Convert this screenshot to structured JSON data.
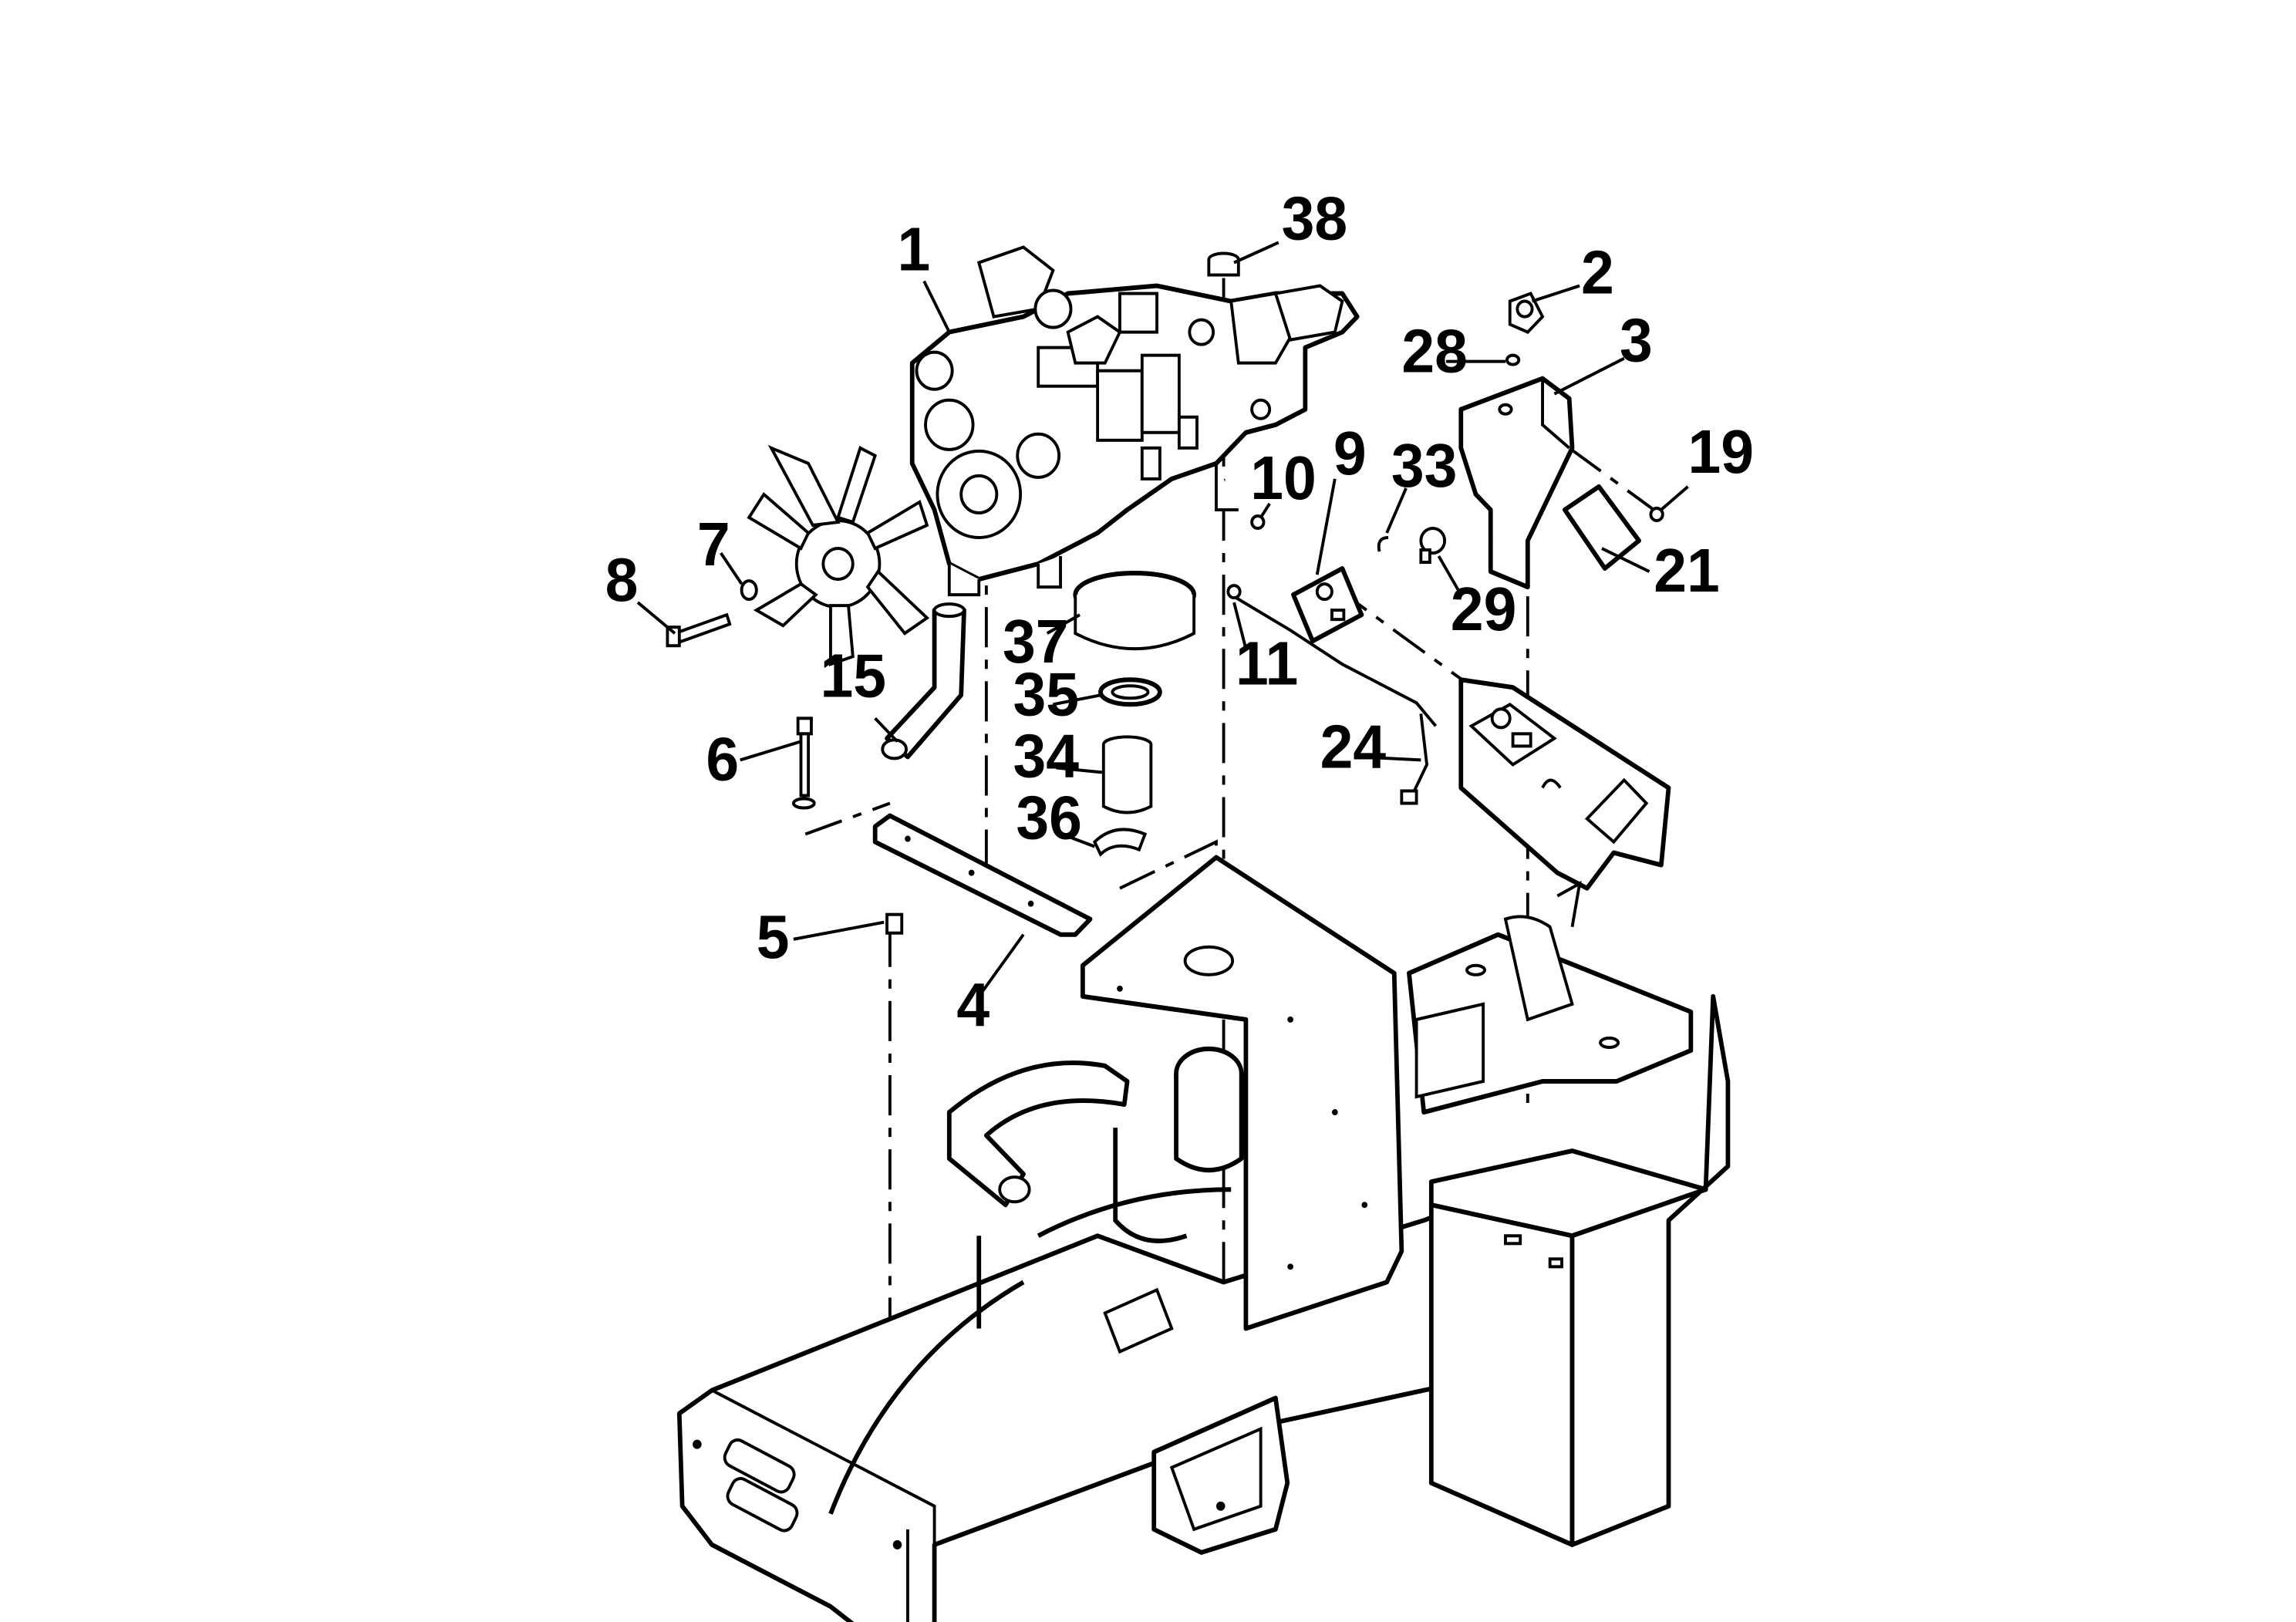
{
  "diagram": {
    "callouts": [
      {
        "id": "c1",
        "label": "1"
      },
      {
        "id": "c2",
        "label": "2"
      },
      {
        "id": "c3",
        "label": "3"
      },
      {
        "id": "c4",
        "label": "4"
      },
      {
        "id": "c5",
        "label": "5"
      },
      {
        "id": "c6",
        "label": "6"
      },
      {
        "id": "c7",
        "label": "7"
      },
      {
        "id": "c8",
        "label": "8"
      },
      {
        "id": "c9",
        "label": "9"
      },
      {
        "id": "c10",
        "label": "10"
      },
      {
        "id": "c11",
        "label": "11"
      },
      {
        "id": "c15",
        "label": "15"
      },
      {
        "id": "c19",
        "label": "19"
      },
      {
        "id": "c21",
        "label": "21"
      },
      {
        "id": "c24",
        "label": "24"
      },
      {
        "id": "c28",
        "label": "28"
      },
      {
        "id": "c29",
        "label": "29"
      },
      {
        "id": "c33",
        "label": "33"
      },
      {
        "id": "c34",
        "label": "34"
      },
      {
        "id": "c35",
        "label": "35"
      },
      {
        "id": "c36",
        "label": "36"
      },
      {
        "id": "c37",
        "label": "37"
      },
      {
        "id": "c38",
        "label": "38"
      }
    ]
  }
}
